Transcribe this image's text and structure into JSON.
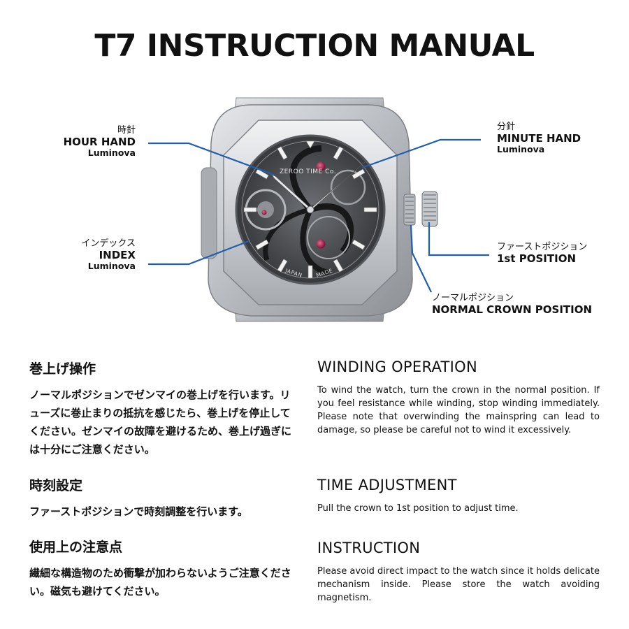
{
  "title": "T7 INSTRUCTION MANUAL",
  "watch": {
    "brand_text": "ZEROO TIME Co.",
    "dial_left_text": "JAPAN",
    "dial_right_text": "MADE"
  },
  "callouts": {
    "hour_hand": {
      "jp": "時針",
      "en": "HOUR HAND",
      "sub": "Luminova"
    },
    "minute_hand": {
      "jp": "分針",
      "en": "MINUTE HAND",
      "sub": "Luminova"
    },
    "index": {
      "jp": "インデックス",
      "en": "INDEX",
      "sub": "Luminova"
    },
    "first_position": {
      "jp": "ファーストポジション",
      "en": "1st POSITION"
    },
    "normal_position": {
      "jp": "ノーマルポジション",
      "en": "NORMAL CROWN POSITION"
    }
  },
  "sections_jp": [
    {
      "title": "巻上げ操作",
      "body": "ノーマルポジションでゼンマイの巻上げを行います。リューズに巻止まりの抵抗を感じたら、巻上げを停止してください。ゼンマイの故障を避けるため、巻上げ過ぎには十分にご注意ください。"
    },
    {
      "title": "時刻設定",
      "body": "ファーストポジションで時刻調整を行います。"
    },
    {
      "title": "使用上の注意点",
      "body": "繊細な構造物のため衝撃が加わらないようご注意ください。磁気も避けてください。"
    }
  ],
  "sections_en": [
    {
      "title": "WINDING OPERATION",
      "body": "To wind the watch, turn the crown in the normal position. If you feel resistance while winding, stop winding immediately. Please note that overwinding the mainspring can lead to damage, so please be careful not to wind it excessively."
    },
    {
      "title": "TIME ADJUSTMENT",
      "body": "Pull the crown to 1st position to adjust time."
    },
    {
      "title": "INSTRUCTION",
      "body": "Please avoid direct impact to the watch since it holds delicate mechanism inside. Please store the watch avoiding magnetism."
    }
  ],
  "colors": {
    "leader_line": "#1f5fb0",
    "steel": "#c9ccd0",
    "jewel": "#9c1f4a"
  }
}
